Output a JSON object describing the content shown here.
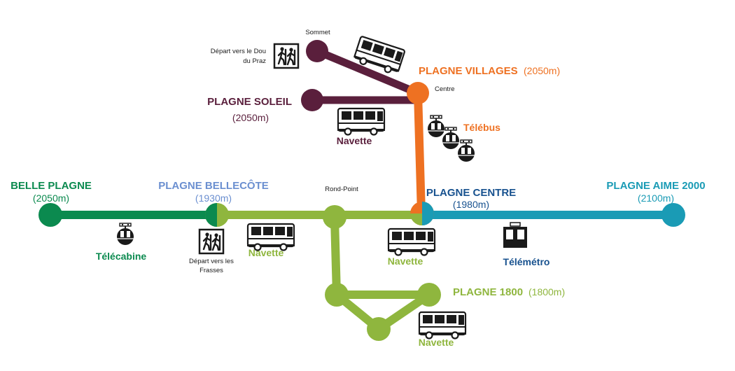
{
  "colors": {
    "green_dark": "#0b8a4f",
    "green_light": "#8fb63e",
    "orange": "#ee7122",
    "plum": "#5a1f3c",
    "teal": "#1a9bb5",
    "blue_label": "#6b8fd0",
    "navy_label": "#18528f",
    "black": "#1a1a1a"
  },
  "stations": {
    "sommet": {
      "name": "Sommet"
    },
    "plagne_villages": {
      "name": "PLAGNE VILLAGES",
      "altitude": "(2050m)"
    },
    "centre": {
      "name": "Centre"
    },
    "plagne_soleil": {
      "name": "PLAGNE SOLEIL",
      "altitude": "(2050m)"
    },
    "belle_plagne": {
      "name": "BELLE PLAGNE",
      "altitude": "(2050m)"
    },
    "plagne_bellecote": {
      "name": "PLAGNE BELLECÔTE",
      "altitude": "(1930m)"
    },
    "rond_point": {
      "name": "Rond-Point"
    },
    "plagne_centre": {
      "name": "PLAGNE CENTRE",
      "altitude": "(1980m)"
    },
    "plagne_aime_2000": {
      "name": "PLAGNE AIME 2000",
      "altitude": "(2100m)"
    },
    "plagne_1800": {
      "name": "PLAGNE 1800",
      "altitude": "(1800m)"
    }
  },
  "transports": {
    "telebus": "Télébus",
    "navette_soleil": "Navette",
    "telecabine": "Télécabine",
    "navette_bellecote": "Navette",
    "navette_centre": "Navette",
    "telemetro": "Télémétro",
    "navette_1800": "Navette"
  },
  "hiking": {
    "dou_du_praz": [
      "Départ vers le Dou",
      "du Praz"
    ],
    "frasses": [
      "Départ vers les",
      "Frasses"
    ]
  },
  "icons": {
    "hiker": "hiker-icon",
    "bus": "bus-icon",
    "gondola": "gondola-cabin-icon",
    "telemetro": "telemetro-cabin-icon"
  }
}
